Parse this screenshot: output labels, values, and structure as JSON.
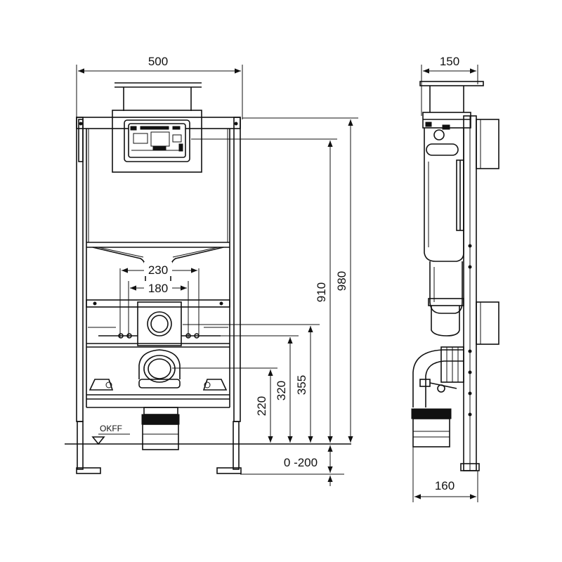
{
  "front_view": {
    "width_label": "500",
    "outlet_spacing_outer": "230",
    "outlet_spacing_inner": "180",
    "height_910": "910",
    "height_980": "980",
    "height_220": "220",
    "height_320": "320",
    "height_355": "355",
    "adjust_range": "0 -200",
    "floor_label": "OKFF"
  },
  "side_view": {
    "depth_top_label": "150",
    "depth_bottom_label": "160"
  }
}
